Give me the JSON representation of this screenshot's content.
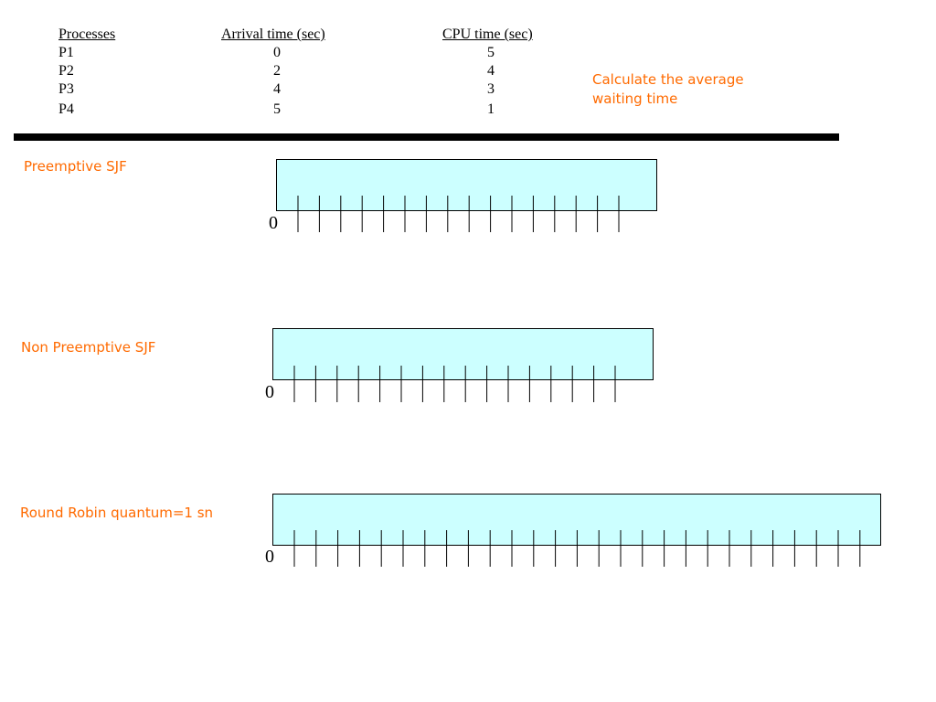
{
  "table": {
    "headers": {
      "processes": "Processes",
      "arrival": "Arrival time (sec)",
      "cpu": "CPU time (sec)"
    },
    "rows": [
      {
        "process": "P1",
        "arrival": "0",
        "cpu": "5"
      },
      {
        "process": "P2",
        "arrival": "2",
        "cpu": "4"
      },
      {
        "process": "P3",
        "arrival": "4",
        "cpu": "3"
      },
      {
        "process": "P4",
        "arrival": "5",
        "cpu": "1"
      }
    ]
  },
  "note": "Calculate the average waiting time",
  "charts": [
    {
      "label": "Preemptive SJF",
      "start_label": "0",
      "ticks": 16
    },
    {
      "label": "Non Preemptive SJF",
      "start_label": "0",
      "ticks": 16
    },
    {
      "label": "Round Robin quantum=1 sn",
      "start_label": "0",
      "ticks": 27
    }
  ],
  "colors": {
    "accent": "#ff6a00",
    "gantt_fill": "#ccffff"
  }
}
